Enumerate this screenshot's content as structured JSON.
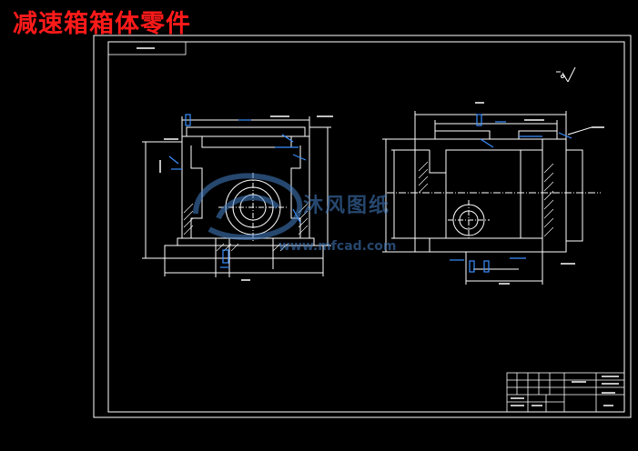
{
  "page": {
    "title": "减速箱箱体零件"
  },
  "watermark": {
    "text": "沐风图纸",
    "url": "www.mfcad.com"
  },
  "colors": {
    "title": "#ff1a1a",
    "linework": "#ffffff",
    "dimension": "#3a8fff",
    "background": "#000000"
  }
}
